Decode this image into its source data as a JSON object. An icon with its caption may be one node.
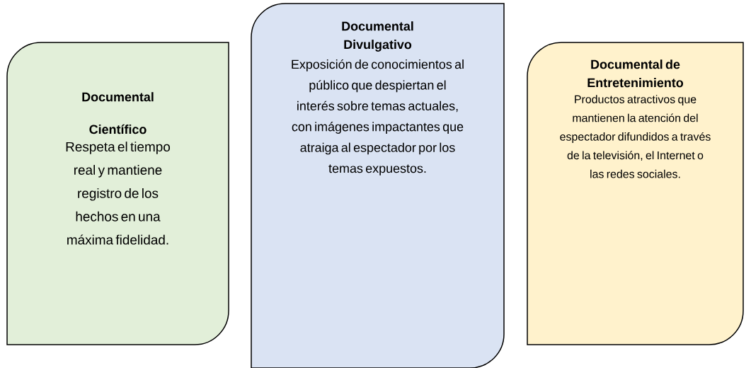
{
  "diagram": {
    "nodes": [
      {
        "text": [
          "Documental Científico",
          "Respeta el tiempo real y mantiene registro de los hechos en una máxima fidelidad."
        ]
      },
      {
        "text": [
          "Documental Divulgativo",
          "Exposición de conocimientos al público que despiertan el interés sobre temas actuales, con imágenes impactantes que atraiga al espectador por los temas expuestos."
        ]
      },
      {
        "text": [
          "Documental de Entretenimiento",
          "Productos atractivos que mantienen la atención del espectador difundidos a través de la televisión, el Internet o las redes sociales."
        ]
      }
    ]
  }
}
